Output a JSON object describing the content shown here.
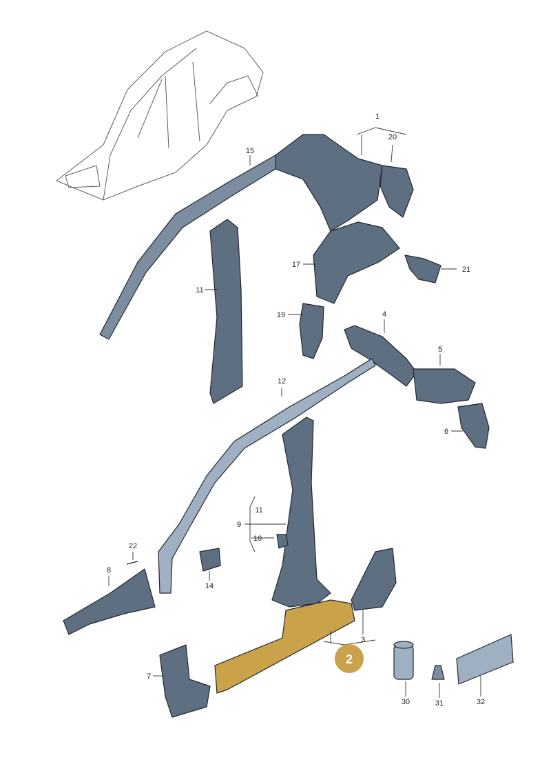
{
  "diagram": {
    "highlight_color": "#c9a24a",
    "highlight_part": "2",
    "part_color": "#6c7c8f",
    "callouts": {
      "p1": "1",
      "p2": "2",
      "p3": "3",
      "p4": "4",
      "p5": "5",
      "p6": "6",
      "p7": "7",
      "p8": "8",
      "p9": "9",
      "p10": "10",
      "p11a": "11",
      "p11b": "11",
      "p12": "12",
      "p14": "14",
      "p15": "15",
      "p17": "17",
      "p19": "19",
      "p20": "20",
      "p21": "21",
      "p22": "22",
      "p30": "30",
      "p31": "31",
      "p32": "32"
    }
  }
}
